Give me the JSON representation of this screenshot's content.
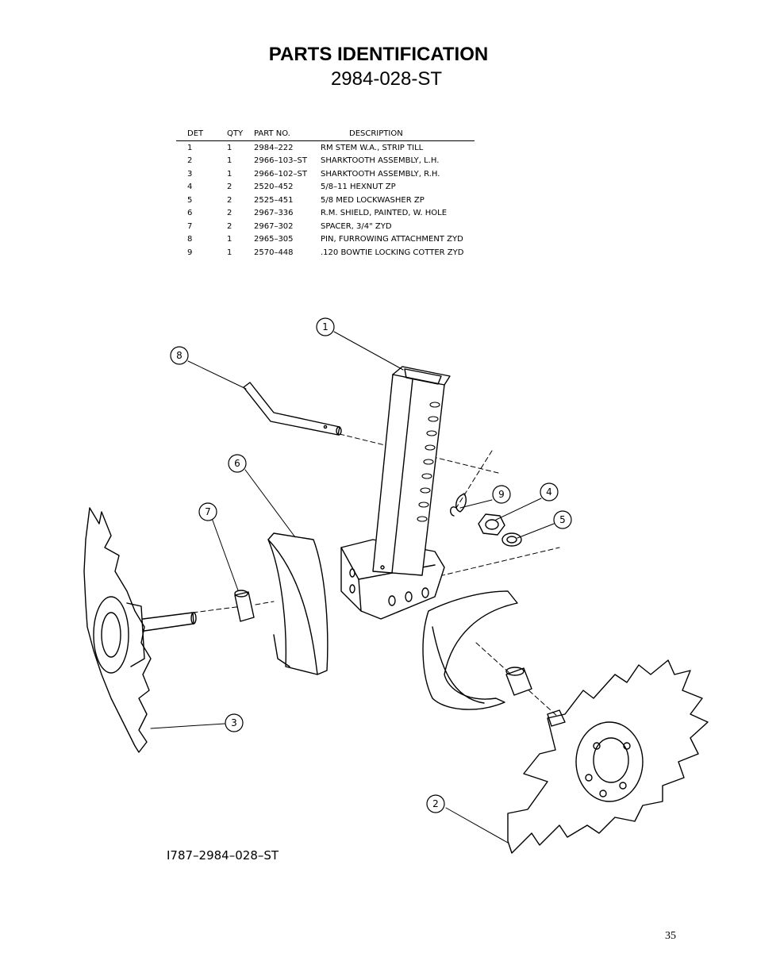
{
  "title": "PARTS IDENTIFICATION",
  "subtitle": "2984-028-ST",
  "table": {
    "headers": [
      "DET",
      "QTY",
      "PART NO.",
      "DESCRIPTION"
    ],
    "rows": [
      {
        "det": "1",
        "qty": "1",
        "part": "2984–222",
        "desc": "RM STEM   W.A., STRIP TILL"
      },
      {
        "det": "2",
        "qty": "1",
        "part": "2966–103–ST",
        "desc": "SHARKTOOTH ASSEMBLY, L.H."
      },
      {
        "det": "3",
        "qty": "1",
        "part": "2966–102–ST",
        "desc": "SHARKTOOTH ASSEMBLY, R.H."
      },
      {
        "det": "4",
        "qty": "2",
        "part": "2520–452",
        "desc": "5/8–11 HEXNUT ZP"
      },
      {
        "det": "5",
        "qty": "2",
        "part": "2525–451",
        "desc": "5/8 MED LOCKWASHER ZP"
      },
      {
        "det": "6",
        "qty": "2",
        "part": "2967–336",
        "desc": "R.M. SHIELD, PAINTED, W. HOLE"
      },
      {
        "det": "7",
        "qty": "2",
        "part": "2967–302",
        "desc": "SPACER, 3/4\" ZYD"
      },
      {
        "det": "8",
        "qty": "1",
        "part": "2965–305",
        "desc": "PIN, FURROWING ATTACHMENT ZYD"
      },
      {
        "det": "9",
        "qty": "1",
        "part": "2570–448",
        "desc": ".120 BOWTIE LOCKING COTTER ZYD"
      }
    ]
  },
  "callouts": [
    "1",
    "2",
    "3",
    "4",
    "5",
    "6",
    "7",
    "8",
    "9"
  ],
  "drawing_number": "I787–2984–028–ST",
  "page_number": "35"
}
